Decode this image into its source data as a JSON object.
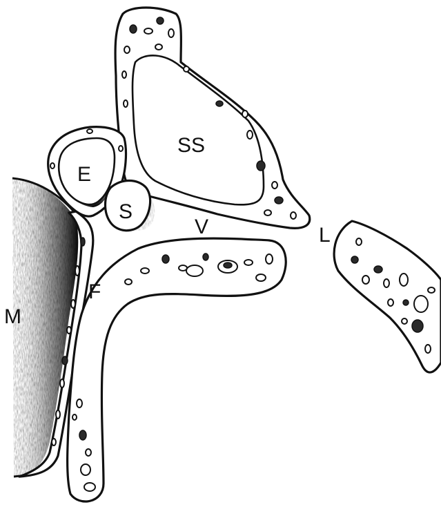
{
  "labels": {
    "ss": "SS",
    "e": "E",
    "s": "S",
    "v": "V",
    "l": "L",
    "f": "F",
    "m": "M"
  }
}
